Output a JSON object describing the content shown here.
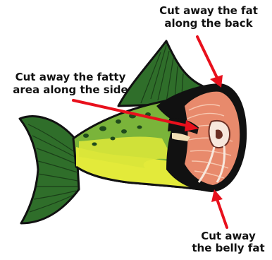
{
  "annotations": {
    "back": {
      "line1": "Cut away the fat",
      "line2": "along the back"
    },
    "side": {
      "line1": "Cut away the fatty",
      "line2": "area along the side"
    },
    "belly": {
      "line1": "Cut away",
      "line2": "the belly fat"
    }
  },
  "colors": {
    "outline": "#111111",
    "tail_fin": "#2f6e2a",
    "body_upper": "#7ab43a",
    "body_lower": "#e3ea3a",
    "spots": "#1f4a1c",
    "flesh": "#e88a6c",
    "flesh_light": "#f7c7b0",
    "arrow": "#e8101c"
  }
}
